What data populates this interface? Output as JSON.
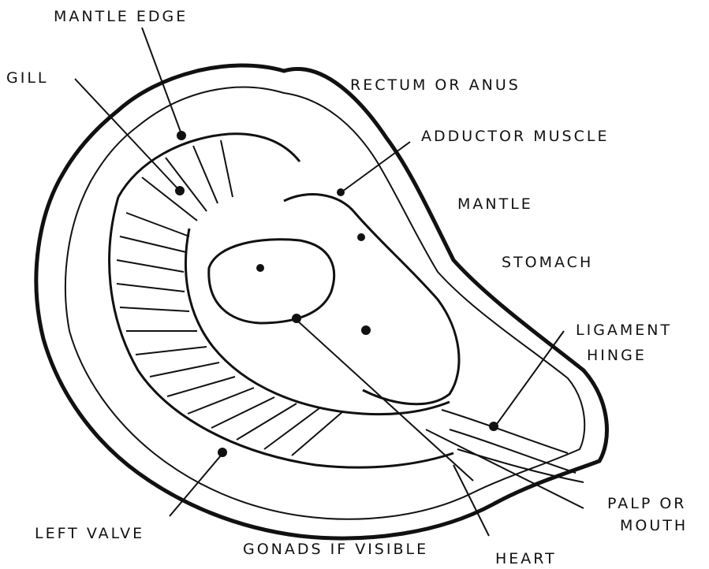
{
  "labels": {
    "mantle_edge": "MANTLE EDGE",
    "gill": "GILL",
    "rectum": "RECTUM OR ANUS",
    "adductor": "ADDUCTOR MUSCLE",
    "mantle": "MANTLE",
    "stomach": "STOMACH",
    "ligament": "LIGAMENT",
    "hinge": "HINGE",
    "palp": "PALP OR",
    "mouth": "MOUTH",
    "left_valve": "LEFT VALVE",
    "gonads": "GONADS IF VISIBLE",
    "heart": "HEART"
  },
  "colors": {
    "ink": "#111111",
    "paper": "#ffffff"
  }
}
